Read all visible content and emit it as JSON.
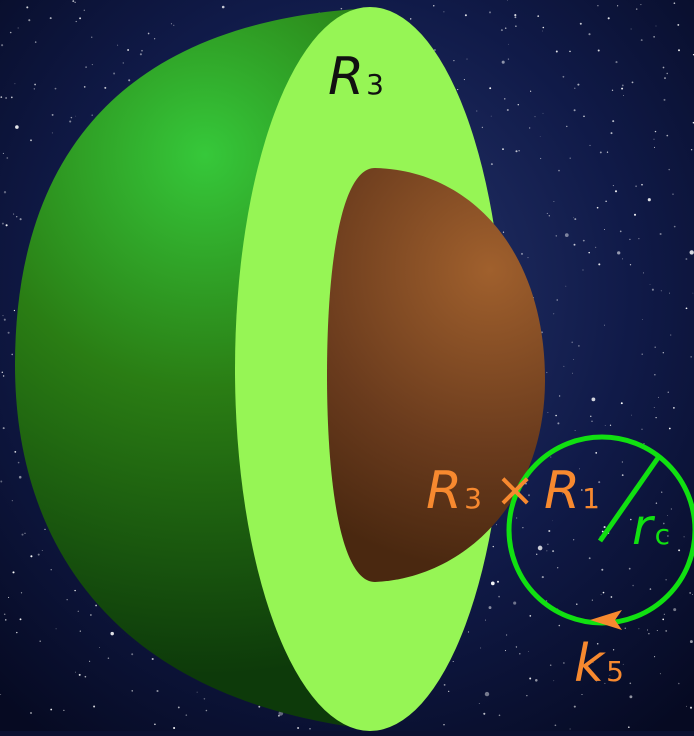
{
  "labels": {
    "outer_radius": {
      "main": "R",
      "sub": "3"
    },
    "product_left": {
      "main": "R",
      "sub": "3"
    },
    "product_op": "×",
    "product_right": {
      "main": "R",
      "sub": "1"
    },
    "cut_radius": {
      "main": "r",
      "sub": "c"
    },
    "wave": {
      "main": "k",
      "sub": "5"
    }
  },
  "colors": {
    "shell_outer_light": "#36c83a",
    "shell_outer_dark": "#0d3a0a",
    "cut_face": "#96f555",
    "core_light": "#a0602d",
    "core_dark": "#4a2810",
    "annotation_orange": "#f7892f",
    "annotation_green": "#11e011",
    "label_black": "#111111",
    "space": "#0b1030"
  }
}
